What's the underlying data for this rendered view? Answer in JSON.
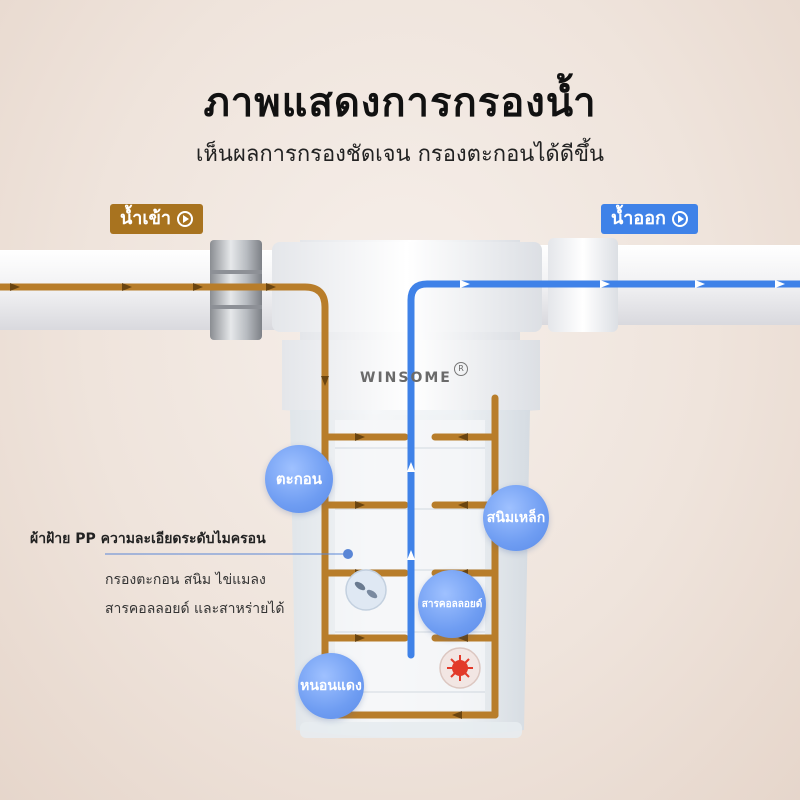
{
  "header": {
    "title": "ภาพแสดงการกรองน้ำ",
    "subtitle": "เห็นผลการกรองชัดเจน กรองตะกอนได้ดีขึ้น"
  },
  "flow": {
    "inlet_label": "น้ำเข้า",
    "outlet_label": "น้ำออก",
    "inlet_color": "#b67c27",
    "outlet_color": "#3f82e8"
  },
  "product": {
    "brand": "WINSOME"
  },
  "bubbles": {
    "sediment": "ตะกอน",
    "rust": "สนิมเหล็ก",
    "colloid": "สารคอลลอยด์",
    "red_worm": "หนอนแดง"
  },
  "annotation": {
    "title": "ผ้าฝ้าย PP ความละเอียดระดับไมครอน",
    "line1": "กรองตะกอน สนิม ไข่แมลง",
    "line2": "สารคอลลอยด์ และสาหร่ายได้"
  },
  "colors": {
    "bubble": "#6f9df2",
    "pipe": "#f7f7f8",
    "housing": "#e9eef2"
  }
}
